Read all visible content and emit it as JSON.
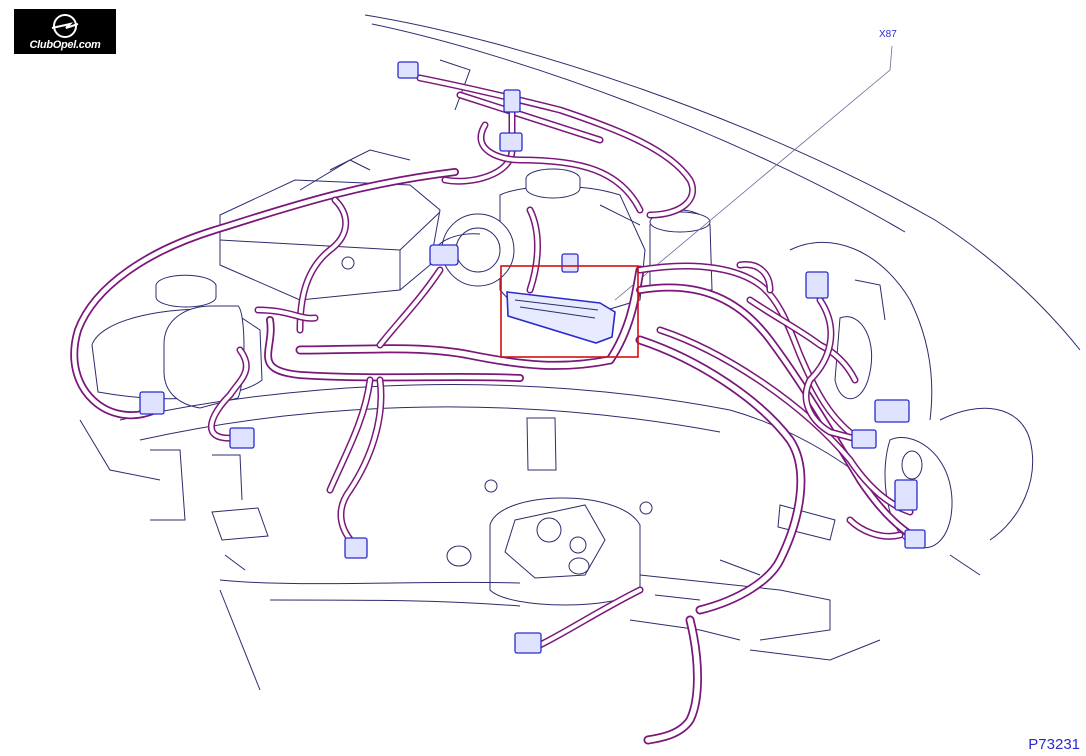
{
  "logo": {
    "text": "ClubOpel.com"
  },
  "callout": {
    "label": "X87"
  },
  "figure": {
    "code": "P73231"
  },
  "colors": {
    "harness": "#7a177a",
    "connector": "#2a2ad0",
    "highlight": "#d01010",
    "outline": "#2c2c6e"
  }
}
